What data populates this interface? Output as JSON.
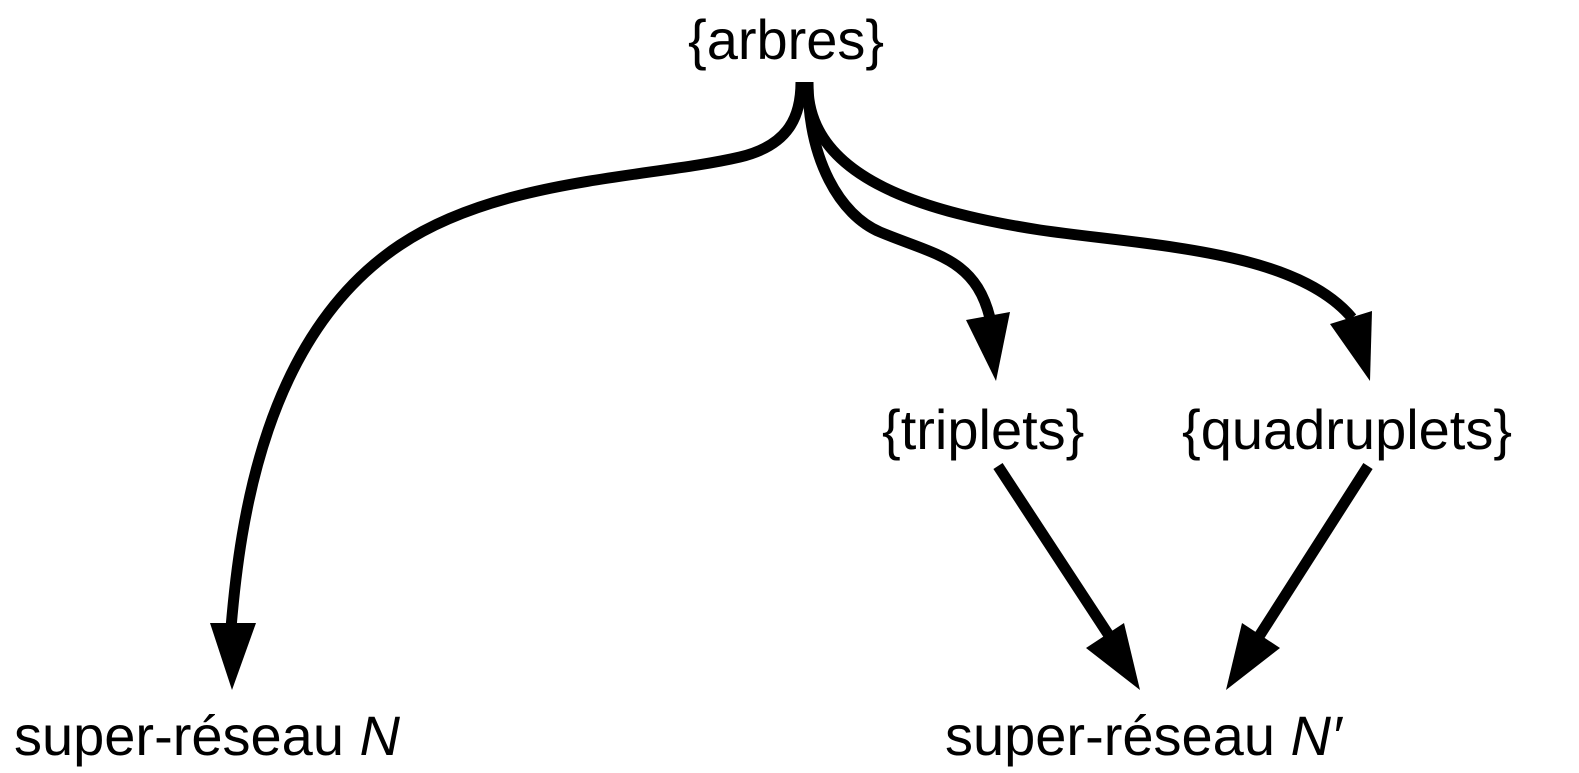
{
  "nodes": {
    "arbres": {
      "label": "{arbres}"
    },
    "triplets": {
      "label": "{triplets}"
    },
    "quadruplets": {
      "label": "{quadruplets}"
    },
    "super_reseau_n": {
      "prefix": "super-réseau ",
      "symbol": "N"
    },
    "super_reseau_nprime": {
      "prefix": "super-réseau ",
      "symbol": "N′"
    }
  },
  "edges": [
    {
      "from": "{arbres}",
      "to": "super-réseau N"
    },
    {
      "from": "{arbres}",
      "to": "{triplets}"
    },
    {
      "from": "{arbres}",
      "to": "{quadruplets}"
    },
    {
      "from": "{triplets}",
      "to": "super-réseau N′"
    },
    {
      "from": "{quadruplets}",
      "to": "super-réseau N′"
    }
  ],
  "colors": {
    "stroke": "#000000",
    "background": "#ffffff"
  }
}
